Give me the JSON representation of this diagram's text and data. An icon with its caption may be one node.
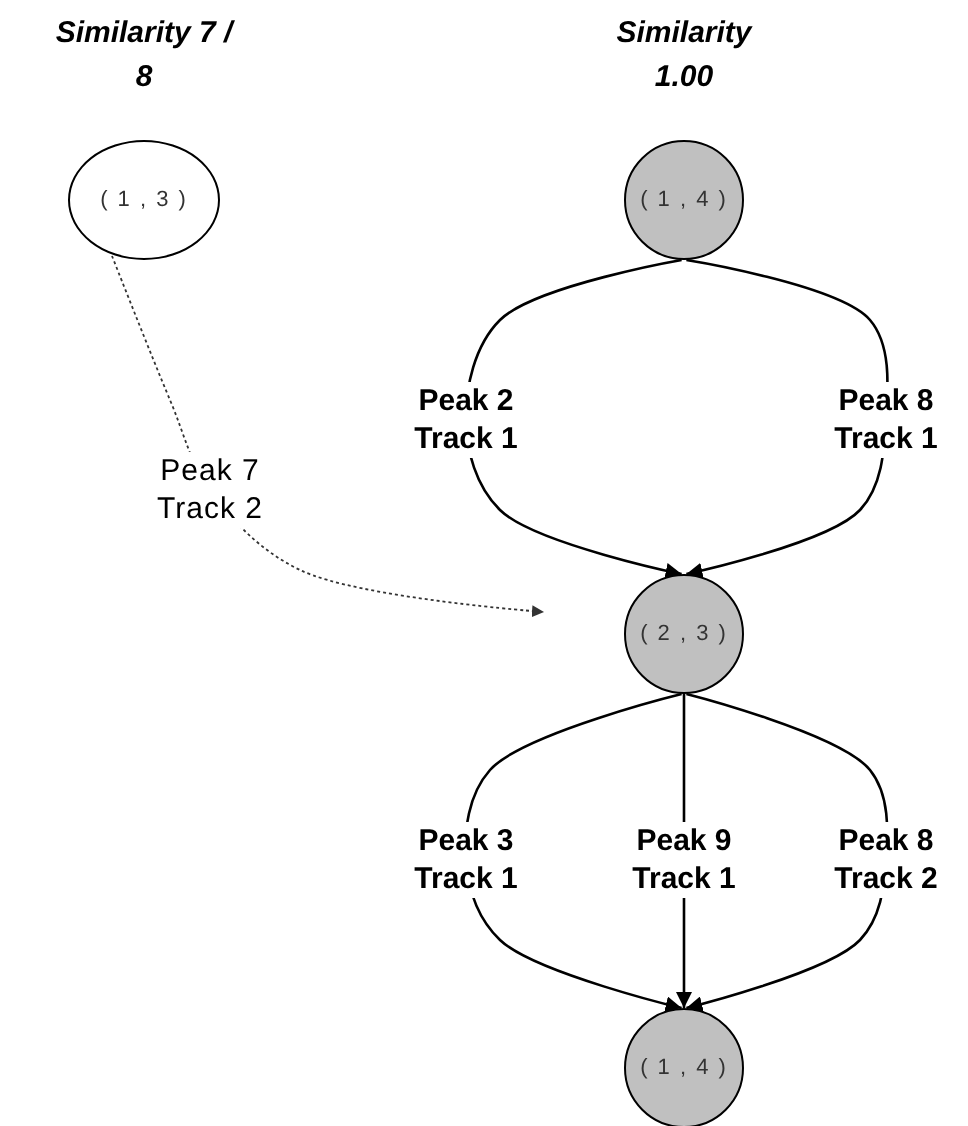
{
  "diagram": {
    "nodes": [
      {
        "text": [
          "( 1 , 3 )"
        ]
      },
      {
        "text": [
          "( 1 , 4 )"
        ]
      },
      {
        "text": [
          "( 2 , 3 )"
        ]
      },
      {
        "text": [
          "( 1 , 4 )"
        ]
      }
    ],
    "edges": [
      {
        "from": 1,
        "to": 2,
        "arrow": "to",
        "label": "Peak 2 Track 1"
      },
      {
        "from": 1,
        "to": 2,
        "arrow": "to",
        "label": "Peak 8 Track 1"
      },
      {
        "from": 0,
        "to": null,
        "arrow": "to",
        "label": "Peak 7 Track 2",
        "style": "dashed"
      },
      {
        "from": 2,
        "to": 3,
        "arrow": "to",
        "label": "Peak 3 Track 1"
      },
      {
        "from": 2,
        "to": 3,
        "arrow": "to",
        "label": "Peak 9 Track 1"
      },
      {
        "from": 2,
        "to": 3,
        "arrow": "to",
        "label": "Peak 8 Track 2"
      }
    ],
    "labels": [
      "Similarity 7 / 8",
      "Similarity 1.00"
    ]
  }
}
